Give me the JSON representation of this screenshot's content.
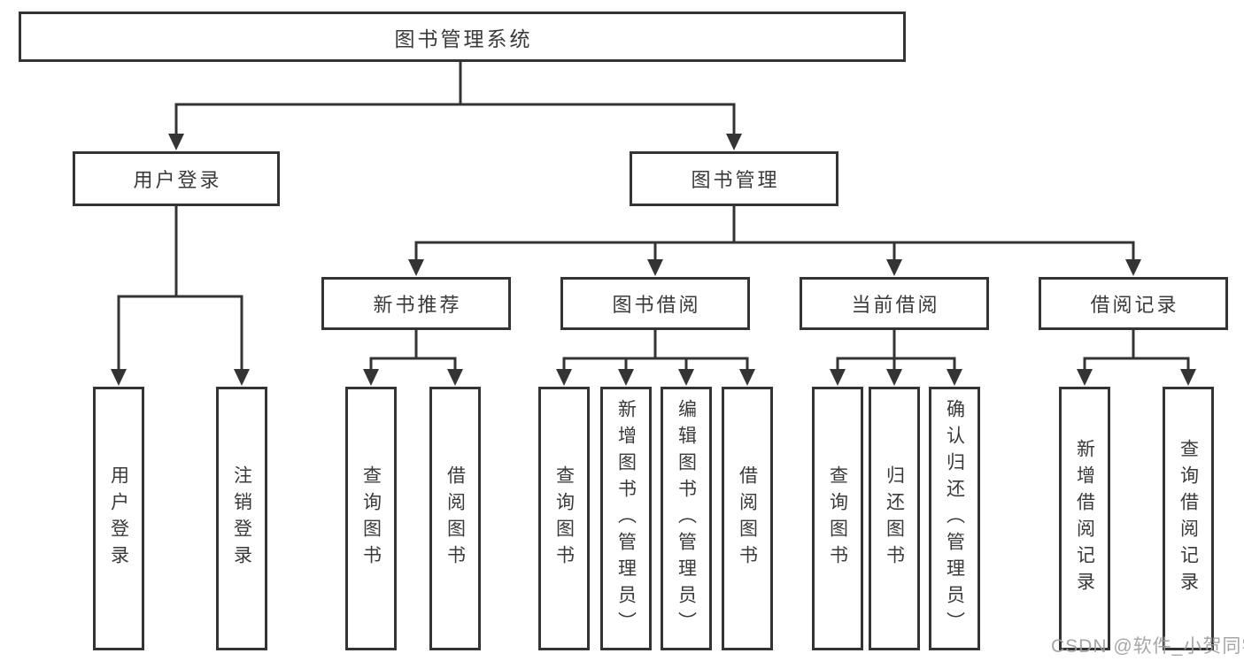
{
  "tree": {
    "label": "图书管理系统",
    "children": [
      {
        "label": "用户登录",
        "children": [
          {
            "label": "用户登录"
          },
          {
            "label": "注销登录"
          }
        ]
      },
      {
        "label": "图书管理",
        "children": [
          {
            "label": "新书推荐",
            "children": [
              {
                "label": "查询图书"
              },
              {
                "label": "借阅图书"
              }
            ]
          },
          {
            "label": "图书借阅",
            "children": [
              {
                "label": "查询图书"
              },
              {
                "label": "新增图书（管理员）"
              },
              {
                "label": "编辑图书（管理员）"
              },
              {
                "label": "借阅图书"
              }
            ]
          },
          {
            "label": "当前借阅",
            "children": [
              {
                "label": "查询图书"
              },
              {
                "label": "归还图书"
              },
              {
                "label": "确认归还（管理员）"
              }
            ]
          },
          {
            "label": "借阅记录",
            "children": [
              {
                "label": "新增借阅记录"
              },
              {
                "label": "查询借阅记录"
              }
            ]
          }
        ]
      }
    ]
  },
  "watermark": {
    "text": "CSDN @软件_小贺同学"
  },
  "colors": {
    "line": "#343434",
    "box_border": "#343434",
    "text": "#3a3a3a",
    "background": "#ffffff",
    "watermark": "#9d9d9d"
  }
}
